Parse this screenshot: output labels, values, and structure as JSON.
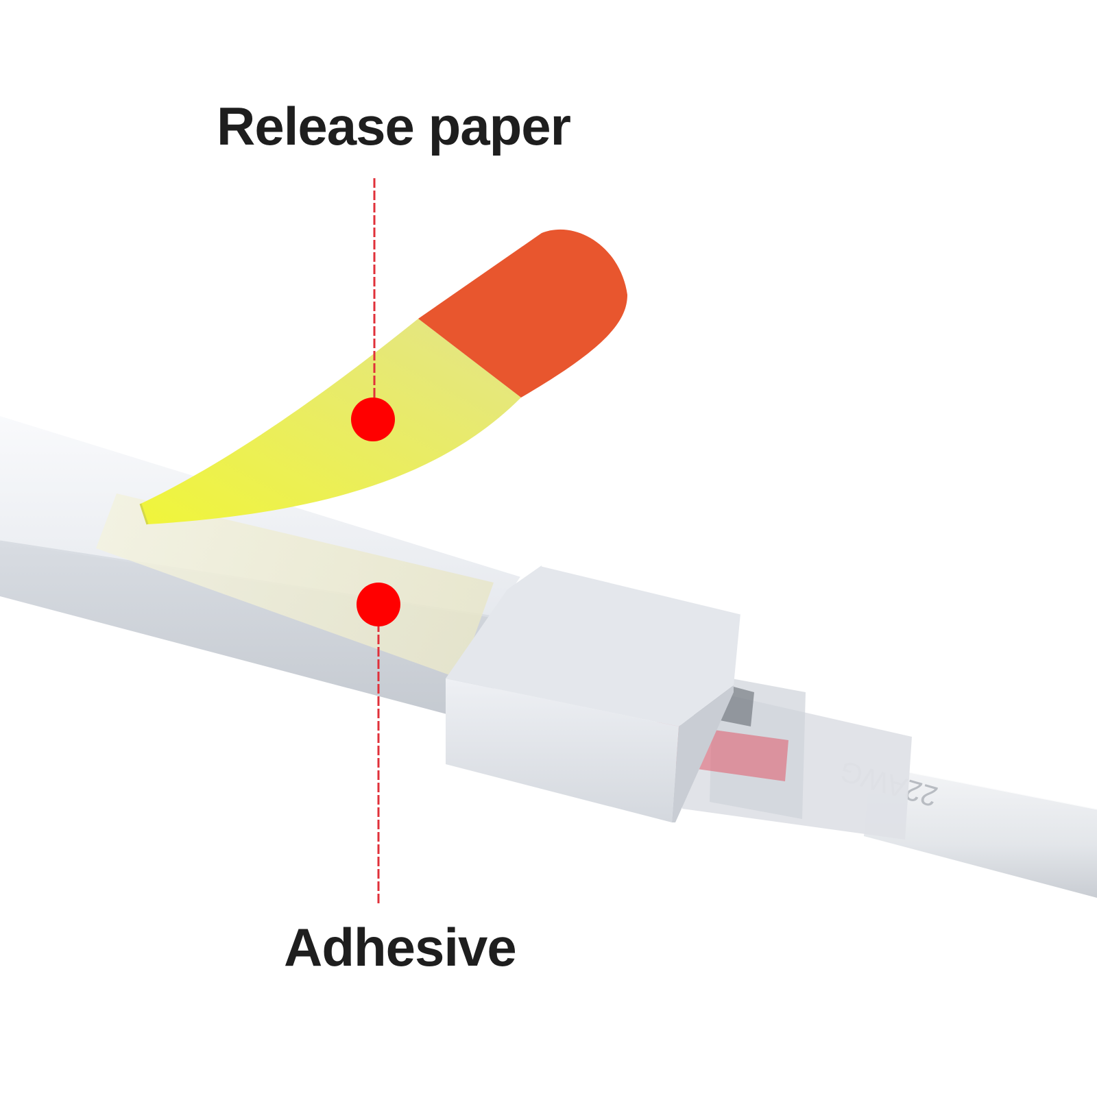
{
  "labels": {
    "release_paper": "Release paper",
    "adhesive": "Adhesive"
  },
  "cable_print": "22AWG",
  "colors": {
    "marker": "#ff0000",
    "leader_line": "#e0303a",
    "label_text": "#1e1e1e",
    "release_paper_yellow": "#e9ef6a",
    "release_paper_tab": "#e8562e",
    "strip": "#f1f3f6"
  },
  "icons": {
    "release_paper_marker": "red-dot-icon",
    "adhesive_marker": "red-dot-icon"
  }
}
